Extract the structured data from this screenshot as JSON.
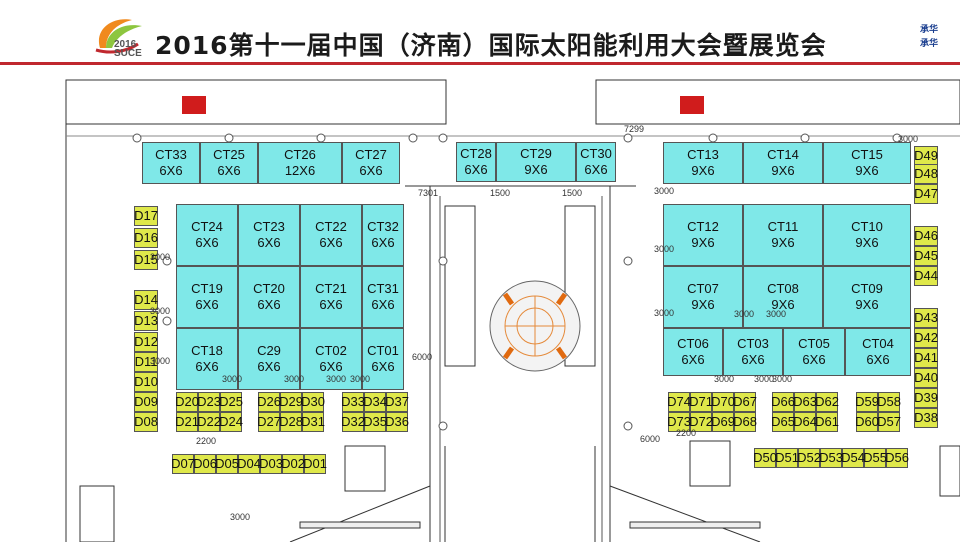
{
  "header": {
    "title": "2016第十一届中国（济南）国际太阳能利用大会暨展览会",
    "logo_text_1": "2016",
    "logo_text_2": "SUCE",
    "sponsor_1": "承华",
    "sponsor_2": "承华"
  },
  "colors": {
    "ct_fill": "#7fe8e8",
    "d_fill": "#dfe84a",
    "accent": "#c0282e"
  },
  "booths_ct": [
    {
      "code": "CT33",
      "size": "6X6"
    },
    {
      "code": "CT25",
      "size": "6X6"
    },
    {
      "code": "CT26",
      "size": "12X6"
    },
    {
      "code": "CT27",
      "size": "6X6"
    },
    {
      "code": "CT28",
      "size": "6X6"
    },
    {
      "code": "CT29",
      "size": "9X6"
    },
    {
      "code": "CT30",
      "size": "6X6"
    },
    {
      "code": "CT13",
      "size": "9X6"
    },
    {
      "code": "CT14",
      "size": "9X6"
    },
    {
      "code": "CT15",
      "size": "9X6"
    },
    {
      "code": "CT24",
      "size": "6X6"
    },
    {
      "code": "CT23",
      "size": "6X6"
    },
    {
      "code": "CT22",
      "size": "6X6"
    },
    {
      "code": "CT32",
      "size": "6X6"
    },
    {
      "code": "CT12",
      "size": "9X6"
    },
    {
      "code": "CT11",
      "size": "9X6"
    },
    {
      "code": "CT10",
      "size": "9X6"
    },
    {
      "code": "CT19",
      "size": "6X6"
    },
    {
      "code": "CT20",
      "size": "6X6"
    },
    {
      "code": "CT21",
      "size": "6X6"
    },
    {
      "code": "CT31",
      "size": "6X6"
    },
    {
      "code": "CT07",
      "size": "9X6"
    },
    {
      "code": "CT08",
      "size": "9X6"
    },
    {
      "code": "CT09",
      "size": "9X6"
    },
    {
      "code": "CT18",
      "size": "6X6"
    },
    {
      "code": "C29",
      "size": "6X6"
    },
    {
      "code": "CT02",
      "size": "6X6"
    },
    {
      "code": "CT01",
      "size": "6X6"
    },
    {
      "code": "CT06",
      "size": "6X6"
    },
    {
      "code": "CT03",
      "size": "6X6"
    },
    {
      "code": "CT05",
      "size": "6X6"
    },
    {
      "code": "CT04",
      "size": "6X6"
    }
  ],
  "booths_d": [
    "D17",
    "D16",
    "D15",
    "D14",
    "D13",
    "D12",
    "D11",
    "D10",
    "D09",
    "D08",
    "D49",
    "D48",
    "D47",
    "D46",
    "D45",
    "D44",
    "D43",
    "D42",
    "D41",
    "D40",
    "D39",
    "D38",
    "D20",
    "D23",
    "D25",
    "D26",
    "D29",
    "D30",
    "D33",
    "D34",
    "D37",
    "D21",
    "D22",
    "D24",
    "D27",
    "D28",
    "D31",
    "D32",
    "D35",
    "D36",
    "D74",
    "D71",
    "D70",
    "D67",
    "D66",
    "D63",
    "D62",
    "D59",
    "D58",
    "D73",
    "D72",
    "D69",
    "D68",
    "D65",
    "D64",
    "D61",
    "D60",
    "D57",
    "D07",
    "D06",
    "D05",
    "D04",
    "D03",
    "D02",
    "D01",
    "D50",
    "D51",
    "D52",
    "D53",
    "D54",
    "D55",
    "D56"
  ],
  "dimensions": [
    "7299",
    "3000",
    "7301",
    "1500",
    "1500",
    "3000",
    "3000",
    "3000",
    "3000",
    "3000",
    "3000",
    "3000",
    "3000",
    "6000",
    "3000",
    "3000",
    "3000",
    "3000",
    "3000",
    "3000",
    "3000",
    "3000",
    "6000",
    "2200",
    "2200"
  ]
}
